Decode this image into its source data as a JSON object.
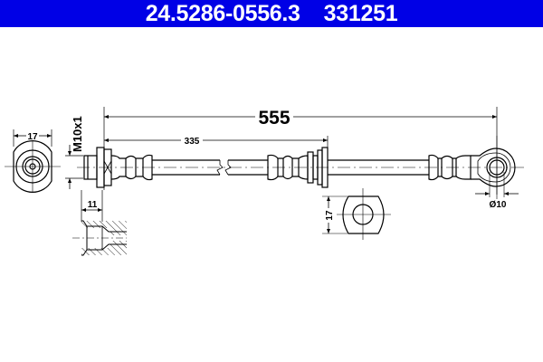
{
  "header": {
    "part_number": "24.5286-0556.3",
    "ref_number": "331251",
    "background_color": "#0000e6",
    "text_color": "#ffffff"
  },
  "drawing": {
    "type": "brake-hose-technical-drawing",
    "dimensions": {
      "overall_length": "555",
      "inner_length": "335",
      "left_fitting_width": "17",
      "thread": "M10x1",
      "thread_depth": "11",
      "bracket_width": "17",
      "eye_diameter": "Ø10"
    },
    "line_color": "#000000"
  }
}
